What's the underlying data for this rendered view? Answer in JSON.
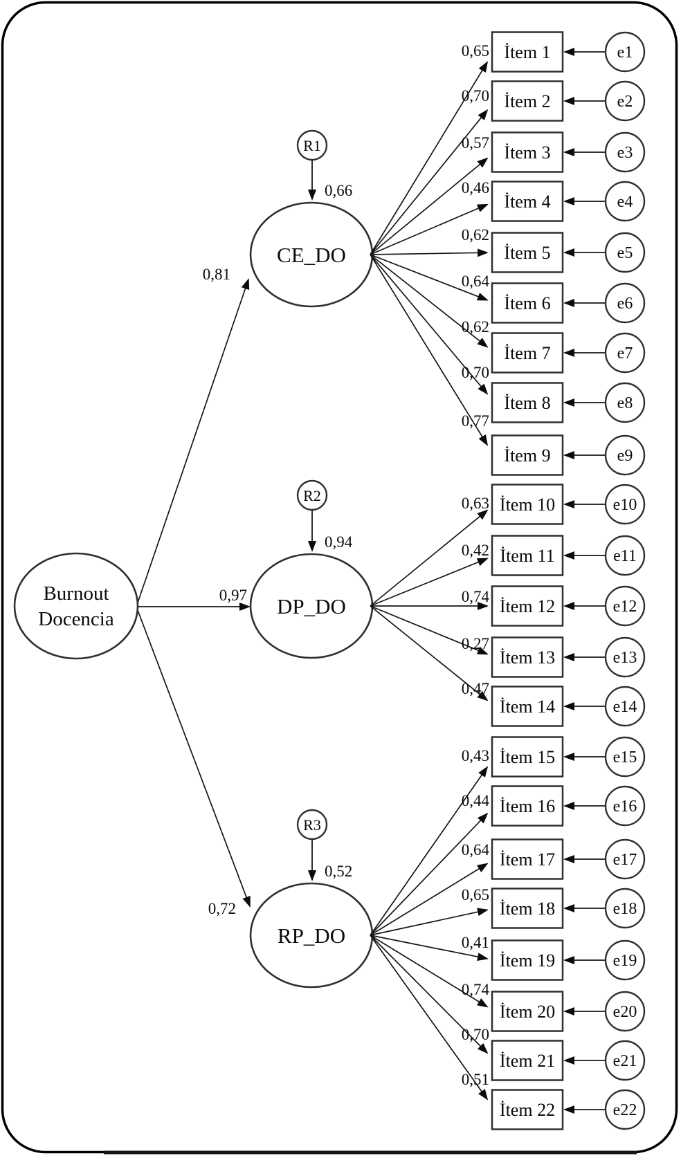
{
  "figure": {
    "type": "sem-path-diagram",
    "colors": {
      "background": "#ffffff",
      "line": "#151515",
      "shape_stroke": "#2f2f2f",
      "text": "#0b0b0b"
    },
    "root_node": {
      "lines": [
        "Burnout",
        "Docencia"
      ]
    },
    "factors": [
      {
        "name": "CE_DO",
        "path_coefficient": "0,81",
        "residual": {
          "name": "R1",
          "value": "0,66"
        },
        "items": [
          {
            "label": "İtem 1",
            "loading": "0,65",
            "error": "e1"
          },
          {
            "label": "İtem 2",
            "loading": "0,70",
            "error": "e2"
          },
          {
            "label": "İtem 3",
            "loading": "0,57",
            "error": "e3"
          },
          {
            "label": "İtem 4",
            "loading": "0,46",
            "error": "e4"
          },
          {
            "label": "İtem 5",
            "loading": "0,62",
            "error": "e5"
          },
          {
            "label": "İtem 6",
            "loading": "0,64",
            "error": "e6"
          },
          {
            "label": "İtem 7",
            "loading": "0,62",
            "error": "e7"
          },
          {
            "label": "İtem 8",
            "loading": "0,70",
            "error": "e8"
          },
          {
            "label": "İtem 9",
            "loading": "0,77",
            "error": "e9"
          }
        ]
      },
      {
        "name": "DP_DO",
        "path_coefficient": "0,97",
        "residual": {
          "name": "R2",
          "value": "0,94"
        },
        "items": [
          {
            "label": "İtem 10",
            "loading": "0,63",
            "error": "e10"
          },
          {
            "label": "İtem 11",
            "loading": "0,42",
            "error": "e11"
          },
          {
            "label": "İtem 12",
            "loading": "0,74",
            "error": "e12"
          },
          {
            "label": "İtem 13",
            "loading": "0,27",
            "error": "e13"
          },
          {
            "label": "İtem 14",
            "loading": "0,47",
            "error": "e14"
          }
        ]
      },
      {
        "name": "RP_DO",
        "path_coefficient": "0,72",
        "residual": {
          "name": "R3",
          "value": "0,52"
        },
        "items": [
          {
            "label": "İtem 15",
            "loading": "0,43",
            "error": "e15"
          },
          {
            "label": "İtem 16",
            "loading": "0,44",
            "error": "e16"
          },
          {
            "label": "İtem 17",
            "loading": "0,64",
            "error": "e17"
          },
          {
            "label": "İtem 18",
            "loading": "0,65",
            "error": "e18"
          },
          {
            "label": "İtem 19",
            "loading": "0,41",
            "error": "e19"
          },
          {
            "label": "İtem 20",
            "loading": "0,74",
            "error": "e20"
          },
          {
            "label": "İtem 21",
            "loading": "0,70",
            "error": "e21"
          },
          {
            "label": "İtem 22",
            "loading": "0,51",
            "error": "e22"
          }
        ]
      }
    ]
  }
}
